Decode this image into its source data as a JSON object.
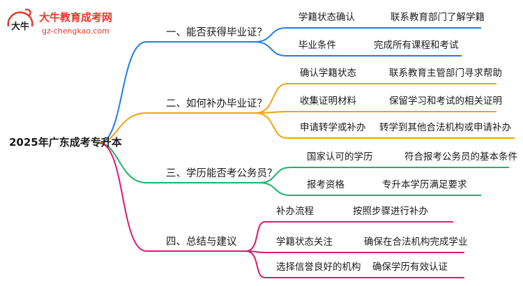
{
  "logo": {
    "title": "大牛教育成考网",
    "url": "gz-chengkao.com",
    "mark": "大牛"
  },
  "root": "2025年广东成考专升本",
  "colors": {
    "b1": "#1f7cf0",
    "b2": "#f2a20a",
    "b3": "#19b46a",
    "b4": "#e0186f"
  },
  "branches": [
    {
      "title": "一、能否获得毕业证？",
      "items": [
        {
          "leaf": "学籍状态确认",
          "desc": "联系教育部门了解学籍"
        },
        {
          "leaf": "毕业条件",
          "desc": "完成所有课程和考试"
        }
      ]
    },
    {
      "title": "二、如何补办毕业证？",
      "items": [
        {
          "leaf": "确认学籍状态",
          "desc": "联系教育主管部门寻求帮助"
        },
        {
          "leaf": "收集证明材料",
          "desc": "保留学习和考试的相关证明"
        },
        {
          "leaf": "申请转学或补办",
          "desc": "转学到其他合法机构或申请补办"
        }
      ]
    },
    {
      "title": "三、学历能否考公务员？",
      "items": [
        {
          "leaf": "国家认可的学历",
          "desc": "符合报考公务员的基本条件"
        },
        {
          "leaf": "报考资格",
          "desc": "专升本学历满足要求"
        }
      ]
    },
    {
      "title": "四、总结与建议",
      "items": [
        {
          "leaf": "补办流程",
          "desc": "按照步骤进行补办"
        },
        {
          "leaf": "学籍状态关注",
          "desc": "确保在合法机构完成学业"
        },
        {
          "leaf": "选择信誉良好的机构",
          "desc": "确保学历有效认证"
        }
      ]
    }
  ]
}
